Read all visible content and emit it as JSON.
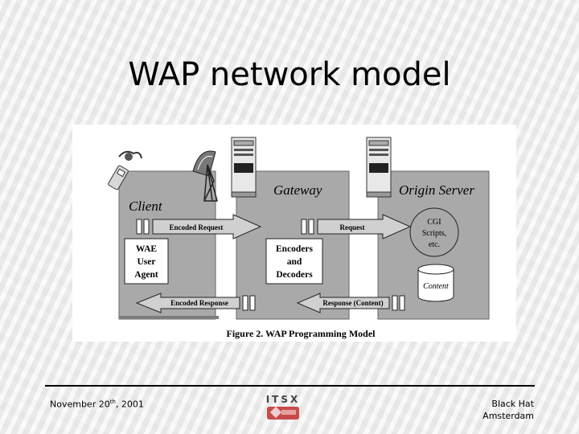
{
  "slide": {
    "title": "WAP network model"
  },
  "diagram": {
    "panels": [
      {
        "label": "Client"
      },
      {
        "label": "Gateway"
      },
      {
        "label": "Origin Server"
      }
    ],
    "boxes": {
      "wae": [
        "WAE",
        "User",
        "Agent"
      ],
      "codec": [
        "Encoders",
        "and",
        "Decoders"
      ],
      "cgi": [
        "CGI",
        "Scripts,",
        "etc."
      ],
      "content": "Content"
    },
    "arrows": {
      "encoded_request": "Encoded Request",
      "request": "Request",
      "encoded_response": "Encoded Response",
      "response": "Response (Content)"
    },
    "caption": "Figure 2.  WAP Programming Model"
  },
  "footer": {
    "date_prefix": "November 20",
    "date_sup": "th",
    "date_suffix": ", 2001",
    "logo_text": "ITSX",
    "right_line1": "Black Hat",
    "right_line2": "Amsterdam"
  },
  "colors": {
    "panel": "#a9a9a9",
    "panel_dark": "#7d7d7d",
    "box": "#ffffff",
    "logo": "#c84a4a"
  }
}
